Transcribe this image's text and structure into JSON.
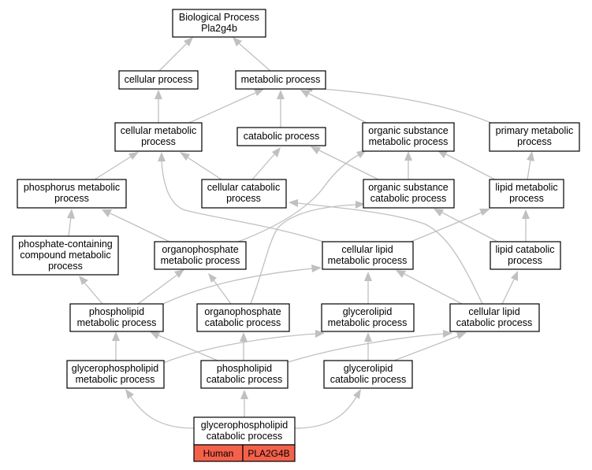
{
  "nodes": {
    "bp": [
      "Biological Process",
      "Pla2g4b"
    ],
    "cp": [
      "cellular process"
    ],
    "mp": [
      "metabolic process"
    ],
    "cmp": [
      "cellular metabolic",
      "process"
    ],
    "catp": [
      "catabolic process"
    ],
    "osmp": [
      "organic substance",
      "metabolic process"
    ],
    "pmp": [
      "primary metabolic",
      "process"
    ],
    "phmp": [
      "phosphorus metabolic",
      "process"
    ],
    "ccp": [
      "cellular catabolic",
      "process"
    ],
    "oscp": [
      "organic substance",
      "catabolic process"
    ],
    "lmp": [
      "lipid metabolic",
      "process"
    ],
    "pcmp": [
      "phosphate-containing",
      "compound metabolic",
      "process"
    ],
    "opmp": [
      "organophosphate",
      "metabolic process"
    ],
    "clmp": [
      "cellular lipid",
      "metabolic process"
    ],
    "lcp": [
      "lipid catabolic",
      "process"
    ],
    "plmp": [
      "phospholipid",
      "metabolic process"
    ],
    "opcp": [
      "organophosphate",
      "catabolic process"
    ],
    "glmp": [
      "glycerolipid",
      "metabolic process"
    ],
    "clcp": [
      "cellular lipid",
      "catabolic process"
    ],
    "gplmp": [
      "glycerophospholipid",
      "metabolic process"
    ],
    "plcp": [
      "phospholipid",
      "catabolic process"
    ],
    "glcp": [
      "glycerolipid",
      "catabolic process"
    ],
    "gplcp": [
      "glycerophospholipid",
      "catabolic process"
    ]
  },
  "annotation": {
    "species": "Human",
    "gene": "PLA2G4B"
  },
  "colors": {
    "edge": "#c0c0c0",
    "annotation_fill": "#f4614b"
  }
}
